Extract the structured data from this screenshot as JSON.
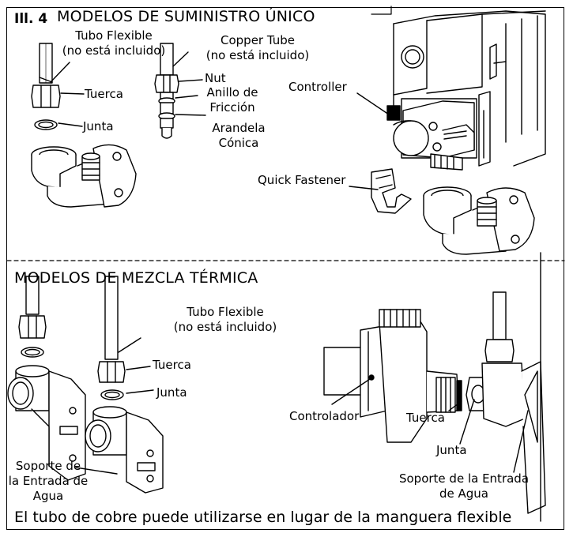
{
  "figure_number": "Ill. 4",
  "top_section": {
    "title": "MODELOS DE SUMINISTRO ÚNICO",
    "flex_tube": "Tubo Flexible",
    "flex_tube_note": "(no está incluido)",
    "nut_es": "Tuerca",
    "gasket_es": "Junta",
    "copper_tube": "Copper Tube",
    "copper_tube_note": "(no está incluido)",
    "nut_en": "Nut",
    "friction_ring_1": "Anillo de",
    "friction_ring_2": "Fricción",
    "cone_washer_1": "Arandela",
    "cone_washer_2": "Cónica",
    "controller": "Controller",
    "quick_fastener": "Quick Fastener"
  },
  "bottom_section": {
    "title": "MODELOS DE MEZCLA TÉRMICA",
    "flex_tube": "Tubo Flexible",
    "flex_tube_note": "(no está incluido)",
    "nut": "Tuerca",
    "gasket": "Junta",
    "bracket_left_1": "Soporte de",
    "bracket_left_2": "la Entrada de",
    "bracket_left_3": "Agua",
    "controlador": "Controlador",
    "nut_right": "Tuerca",
    "gasket_right": "Junta",
    "bracket_right_1": "Soporte de la Entrada",
    "bracket_right_2": "de Agua"
  },
  "footer": "El tubo de cobre puede utilizarse en lugar de la manguera flexible"
}
